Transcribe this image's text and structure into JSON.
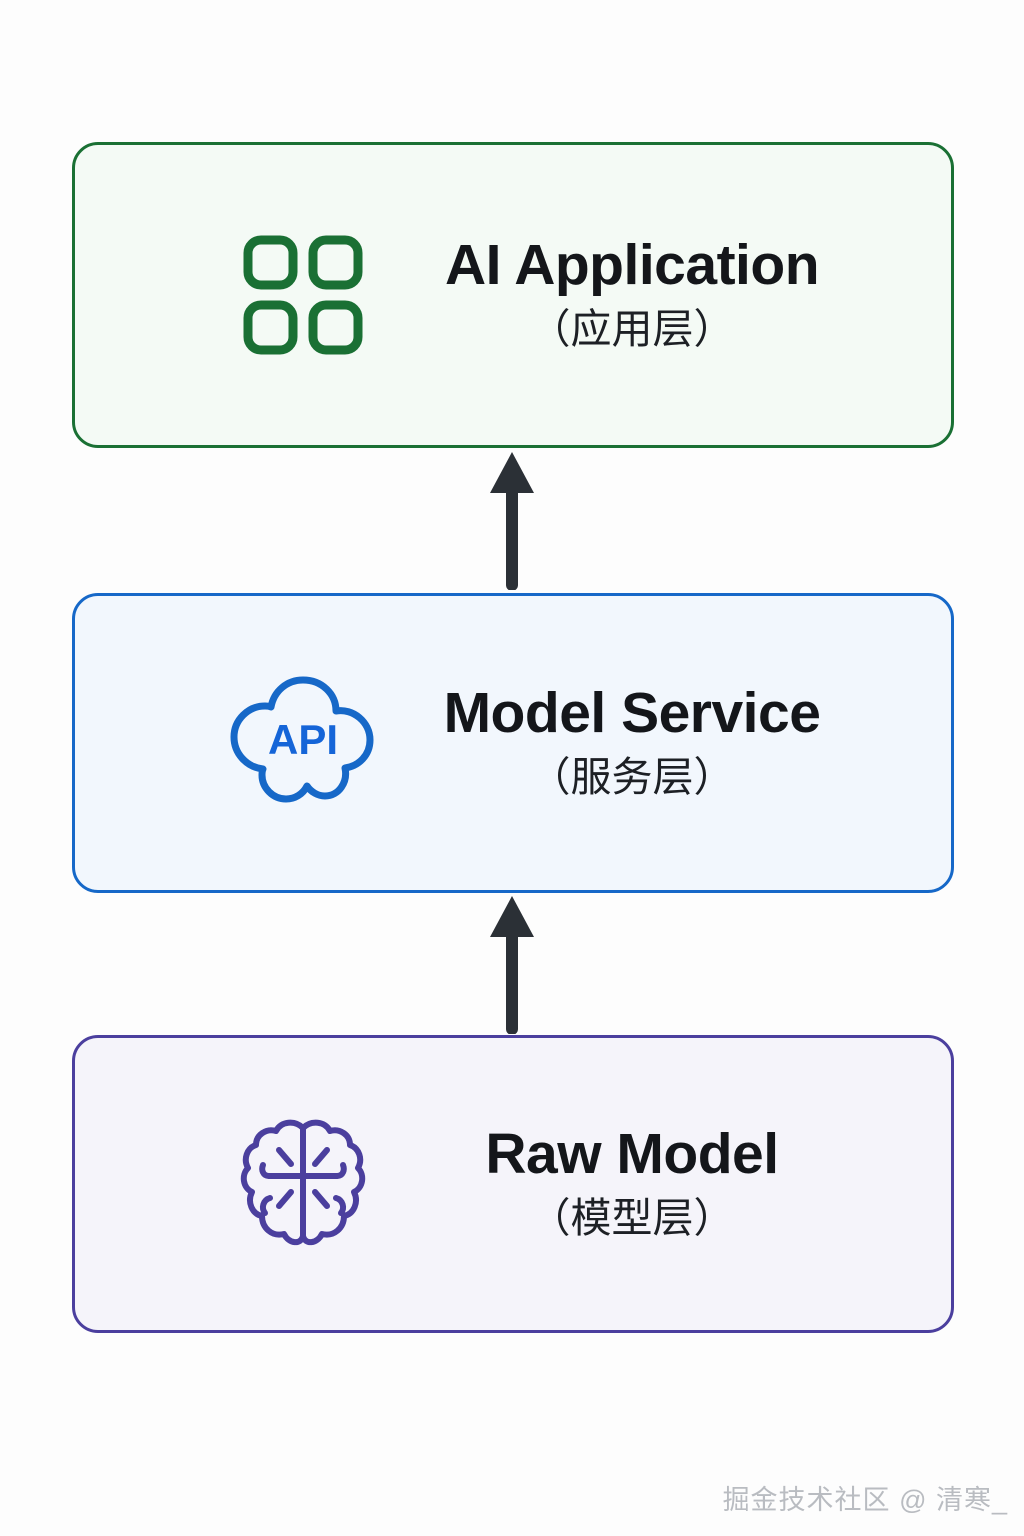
{
  "diagram": {
    "background_color": "#fdfdfd",
    "layers": [
      {
        "id": "application",
        "title": "AI Application",
        "subtitle": "（应用层）",
        "icon": "grid-apps-icon",
        "border_color": "#1a7034",
        "fill_color": "#f4faf5",
        "icon_color": "#1a7034"
      },
      {
        "id": "service",
        "title": "Model Service",
        "subtitle": "（服务层）",
        "icon": "cloud-api-icon",
        "icon_label": "API",
        "border_color": "#1668c8",
        "fill_color": "#f2f7fd",
        "icon_color": "#1668c8"
      },
      {
        "id": "model",
        "title": "Raw Model",
        "subtitle": "（模型层）",
        "icon": "brain-icon",
        "border_color": "#4b3f9e",
        "fill_color": "#f5f4fa",
        "icon_color": "#4b3f9e"
      }
    ],
    "arrows": [
      {
        "id": "model-to-service",
        "direction": "up",
        "color": "#2b3036"
      },
      {
        "id": "service-to-application",
        "direction": "up",
        "color": "#2b3036"
      }
    ]
  },
  "watermark": {
    "text": "掘金技术社区 @ 清寒_",
    "color": "#b9bcc1"
  }
}
